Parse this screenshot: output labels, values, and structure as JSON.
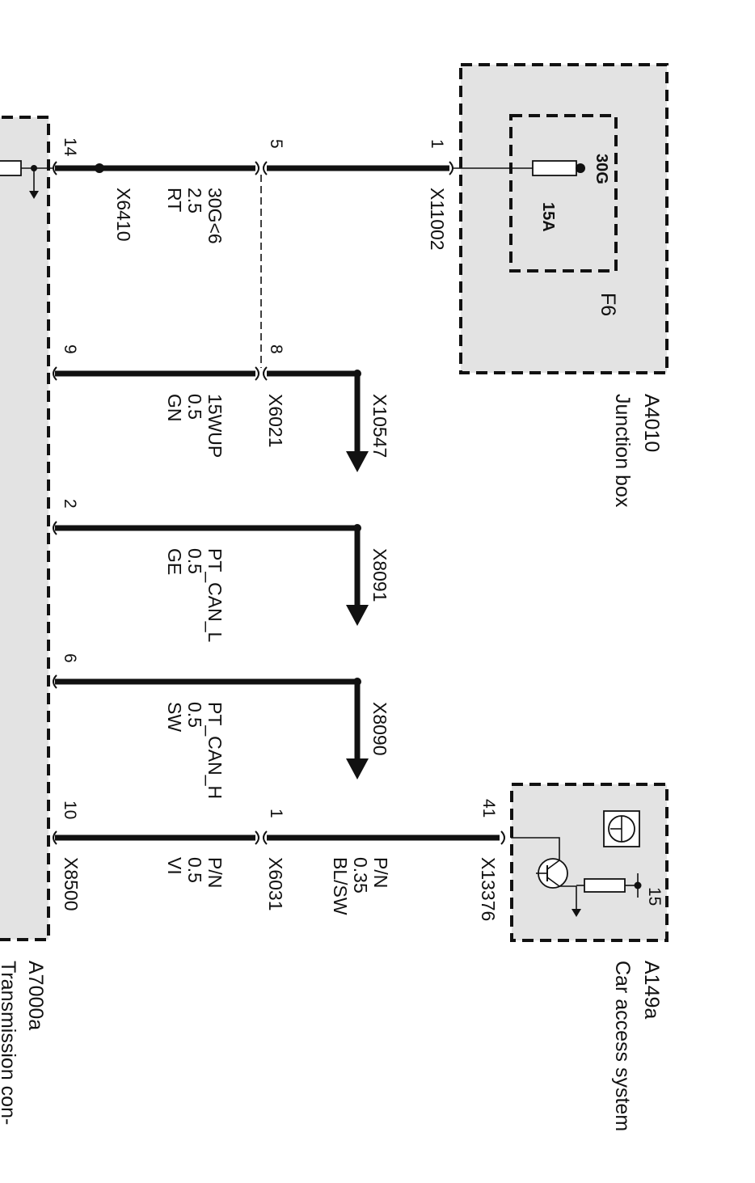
{
  "components": {
    "junction_box": {
      "ref": "A4010",
      "name": "Junction box",
      "fuse_ref": "F6",
      "fuse_rating": "15A",
      "terminal": "30G"
    },
    "car_access": {
      "ref": "A149a",
      "name": "Car access system",
      "terminal": "15"
    },
    "transmission": {
      "ref": "A7000a",
      "name": "Transmission con-"
    }
  },
  "wires": [
    {
      "circuit": "30G<6",
      "size": "2.5",
      "color": "RT",
      "left_pin": "14",
      "left_connector": "X6410",
      "mid_pin": "5",
      "right_pin": "1",
      "right_connector": "X11002"
    },
    {
      "circuit": "15WUP",
      "size": "0.5",
      "color": "GN",
      "left_pin": "9",
      "mid_pin": "8",
      "mid_connector": "X6021",
      "splice": "X10547"
    },
    {
      "circuit": "PT_CAN_L",
      "size": "0.5",
      "color": "GE",
      "left_pin": "2",
      "splice": "X8091"
    },
    {
      "circuit": "PT_CAN_H",
      "size": "0.5",
      "color": "SW",
      "left_pin": "6",
      "splice": "X8090"
    },
    {
      "circuit": "P/N",
      "size": "0.5",
      "color": "VI",
      "left_pin": "10",
      "left_connector": "X8500",
      "mid_pin": "1",
      "mid_connector": "X6031",
      "right_pin": "41",
      "right_connector": "X13376",
      "upper_circuit": "P/N",
      "upper_size": "0.35",
      "upper_color": "BL/SW"
    }
  ]
}
